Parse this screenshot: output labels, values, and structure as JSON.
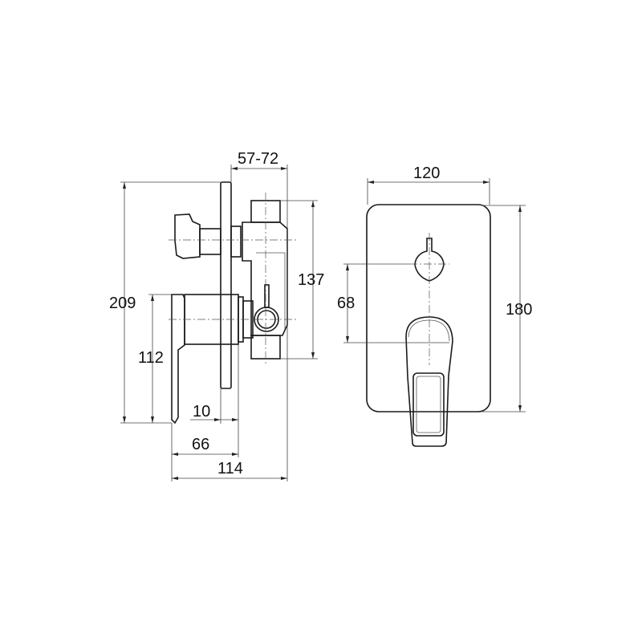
{
  "side_view": {
    "dimensions": {
      "adjust_depth": "57-72",
      "total_height": "209",
      "lever_height": "112",
      "body_height": "137",
      "plate_thickness": "10",
      "lever_projection": "66",
      "total_depth": "114"
    }
  },
  "front_view": {
    "dimensions": {
      "plate_width": "120",
      "plate_height": "180",
      "center_distance": "68"
    }
  }
}
